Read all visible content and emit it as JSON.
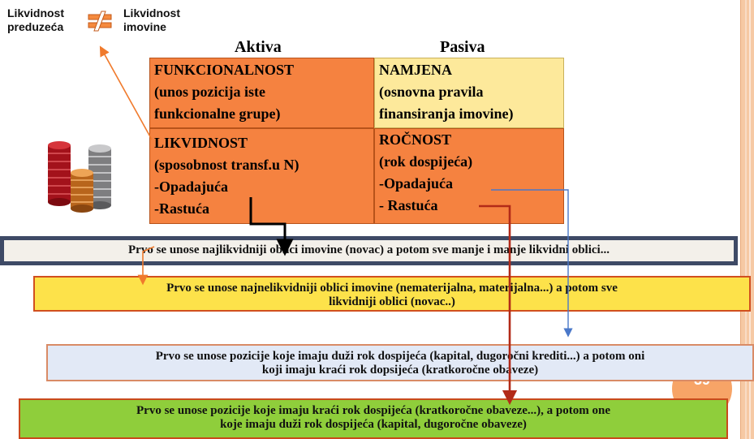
{
  "top_left": {
    "label_left": [
      "Likvidnost",
      "preduzeća"
    ],
    "label_right": [
      "Likvidnost",
      "imovine"
    ]
  },
  "columns": {
    "assets_title": "Aktiva",
    "liabilities_title": "Pasiva"
  },
  "table": {
    "top_left": [
      "FUNKCIONALNOST",
      "(unos pozicija iste",
      "funkcionalne grupe)"
    ],
    "top_right": [
      "NAMJENA",
      "(osnovna pravila",
      "finansiranja imovine)"
    ],
    "bottom_left": [
      "LIKVIDNOST",
      "(sposobnost transf.u N)",
      "-Opadajuća",
      "-Rastuća"
    ],
    "bottom_right": [
      "ROČNOST",
      "(rok dospijeća)",
      "-Opadajuća",
      "- Rastuća"
    ]
  },
  "bands": {
    "band1": "Prvo se unose najlikvidniji oblici imovine (novac) a potom sve manje i manje likvidni oblici...",
    "band2": [
      "Prvo se unose najnelikvidniji oblici imovine (nematerijalna, materijalna...) a potom sve",
      "likvidniji oblici (novac..)"
    ],
    "band3": [
      "Prvo se unose pozicije koje imaju duži rok dospijeća (kapital, dugoročni krediti...) a potom oni",
      "koji imaju kraći rok dopsijeća (kratkoročne obaveze)"
    ],
    "band4": [
      "Prvo se unose pozicije koje imaju kraći rok dospijeća (kratkoročne obaveze...), a potom one",
      "koje imaju duži rok dospijeća (kapital, dugoročne obaveze)"
    ]
  },
  "page_number": "39",
  "colors": {
    "orange_cell": "#f58240",
    "yellow_cell": "#fde99b",
    "arrow_orange": "#f07a2c",
    "arrow_blue": "#4a78c9",
    "arrow_dark_red": "#b22a18",
    "arrow_black": "#000000"
  },
  "icons": {
    "not_equal": "not-equal-icon",
    "coins": "coin-stack-icon"
  }
}
